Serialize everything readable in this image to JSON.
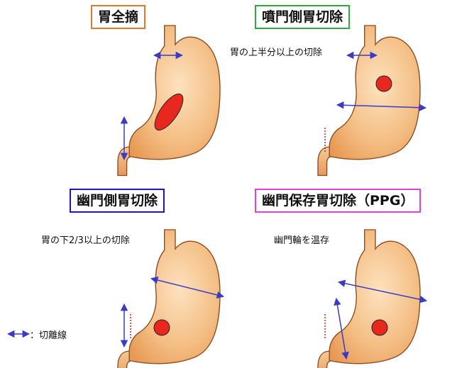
{
  "panels": [
    {
      "title": "胃全摘",
      "border_color": "#e07a2a",
      "note": ""
    },
    {
      "title": "噴門側胃切除",
      "border_color": "#2eaa3f",
      "note": "胃の上半分以上の切除"
    },
    {
      "title": "幽門側胃切除",
      "border_color": "#1a1ab0",
      "note": "胃の下2/3以上の切除"
    },
    {
      "title": "幽門保存胃切除（PPG）",
      "border_color": "#e040e0",
      "note": "幽門輪を温存"
    }
  ],
  "legend": {
    "text": "：切離線"
  },
  "colors": {
    "stomach_fill": "#f2b87a",
    "stomach_outline": "#8a4a20",
    "tumor": "#e8281e",
    "cut_line": "#3a3ac8",
    "pylorus_mark": "#d02020"
  }
}
